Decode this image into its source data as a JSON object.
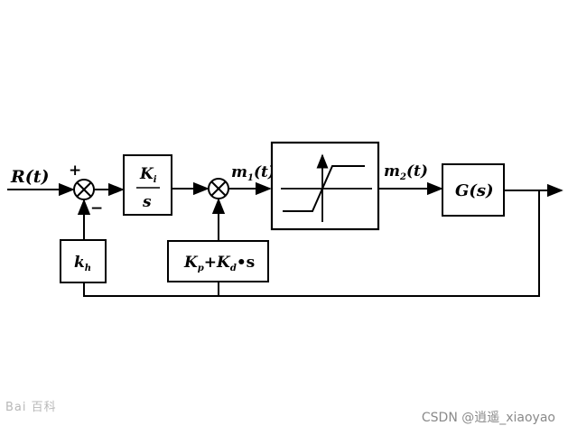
{
  "diagram": {
    "input_label": "R(t)",
    "sum1": {
      "plus": "+",
      "minus": "−"
    },
    "integrator": {
      "numerator": "K",
      "numerator_sub": "i",
      "denominator": "s"
    },
    "signal_m1": {
      "base": "m",
      "sub": "1",
      "arg": "(t)"
    },
    "saturation_block": "saturation-nonlinearity",
    "signal_m2": {
      "base": "m",
      "sub": "2",
      "arg": "(t)"
    },
    "plant": {
      "label": "G(s)"
    },
    "feedback_gain": {
      "base": "k",
      "sub": "h"
    },
    "pd_block": {
      "kp": "K",
      "kp_sub": "p",
      "plus": "+",
      "kd": "K",
      "kd_sub": "d",
      "tail": "•s"
    },
    "line_color": "#000000"
  },
  "watermarks": {
    "left": "Bai 百科",
    "right": "CSDN @逍遥_xiaoyao"
  }
}
